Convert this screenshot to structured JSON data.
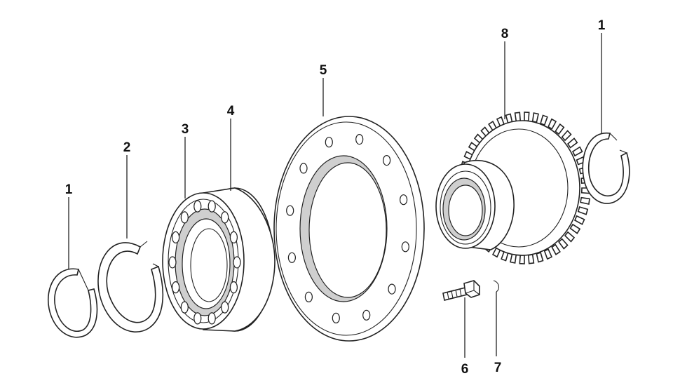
{
  "callouts": [
    {
      "id": "circlip-left",
      "text": "1"
    },
    {
      "id": "snap-ring",
      "text": "2"
    },
    {
      "id": "roller-bearing",
      "text": "3"
    },
    {
      "id": "bearing-race",
      "text": "4"
    },
    {
      "id": "flange-plate",
      "text": "5"
    },
    {
      "id": "bolt",
      "text": "6"
    },
    {
      "id": "lock-washer",
      "text": "7"
    },
    {
      "id": "gear",
      "text": "8"
    },
    {
      "id": "circlip-right",
      "text": "1"
    }
  ]
}
